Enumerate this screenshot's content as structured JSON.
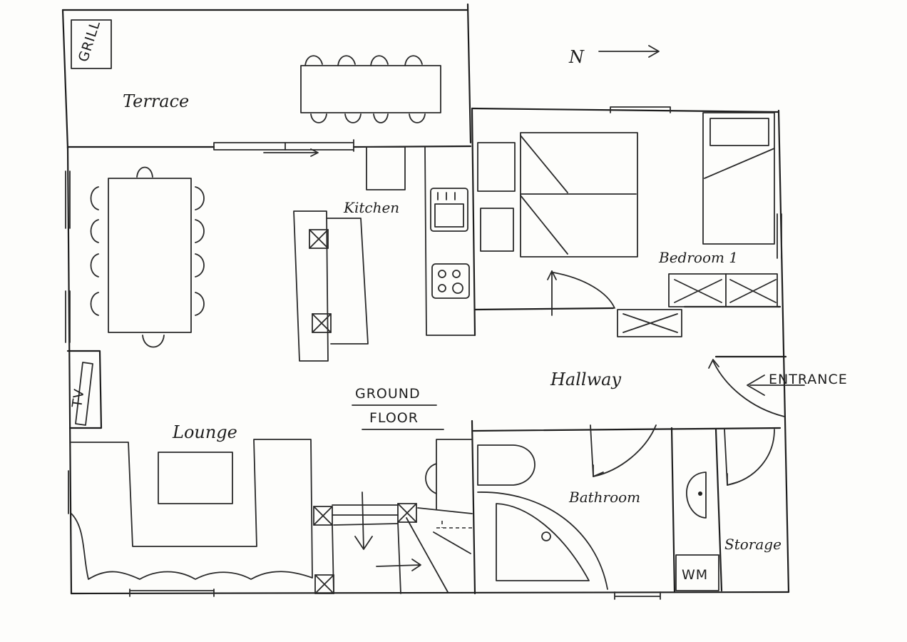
{
  "labels": {
    "grill": "GRILL",
    "terrace": "Terrace",
    "north": "N",
    "kitchen": "Kitchen",
    "bedroom": "Bedroom 1",
    "hallway": "Hallway",
    "entrance": "ENTRANCE",
    "ground_floor_1": "GROUND",
    "ground_floor_2": "FLOOR",
    "lounge": "Lounge",
    "tv": "TV",
    "bathroom": "Bathroom",
    "storage": "Storage",
    "wm": "WM"
  }
}
